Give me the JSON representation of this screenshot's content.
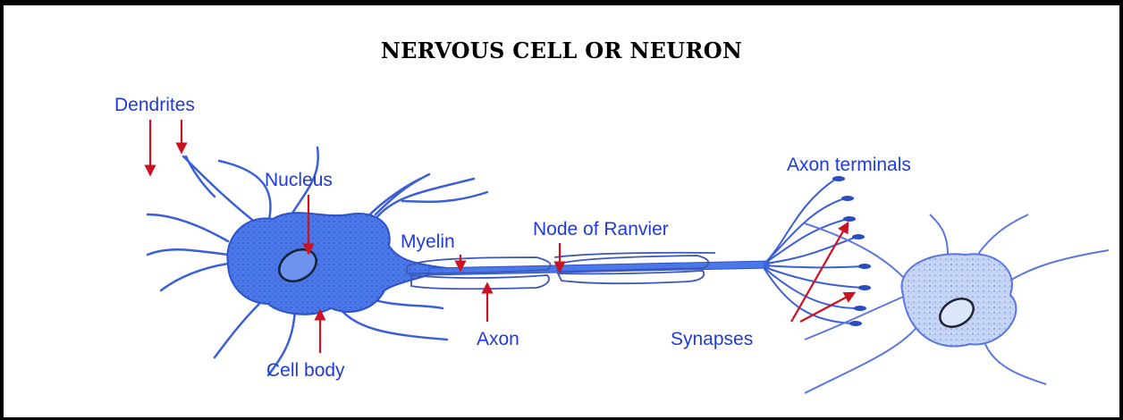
{
  "title": "NERVOUS CELL OR NEURON",
  "labels": {
    "dendrites": "Dendrites",
    "nucleus": "Nucleus",
    "myelin": "Myelin",
    "node_of_ranvier": "Node of Ranvier",
    "axon_terminals": "Axon terminals",
    "axon": "Axon",
    "synapses": "Synapses",
    "cell_body": "Cell body"
  },
  "colors": {
    "label_text": "#1f3bd8",
    "cell_fill": "#4a78e8",
    "arrow": "#cc1122"
  }
}
